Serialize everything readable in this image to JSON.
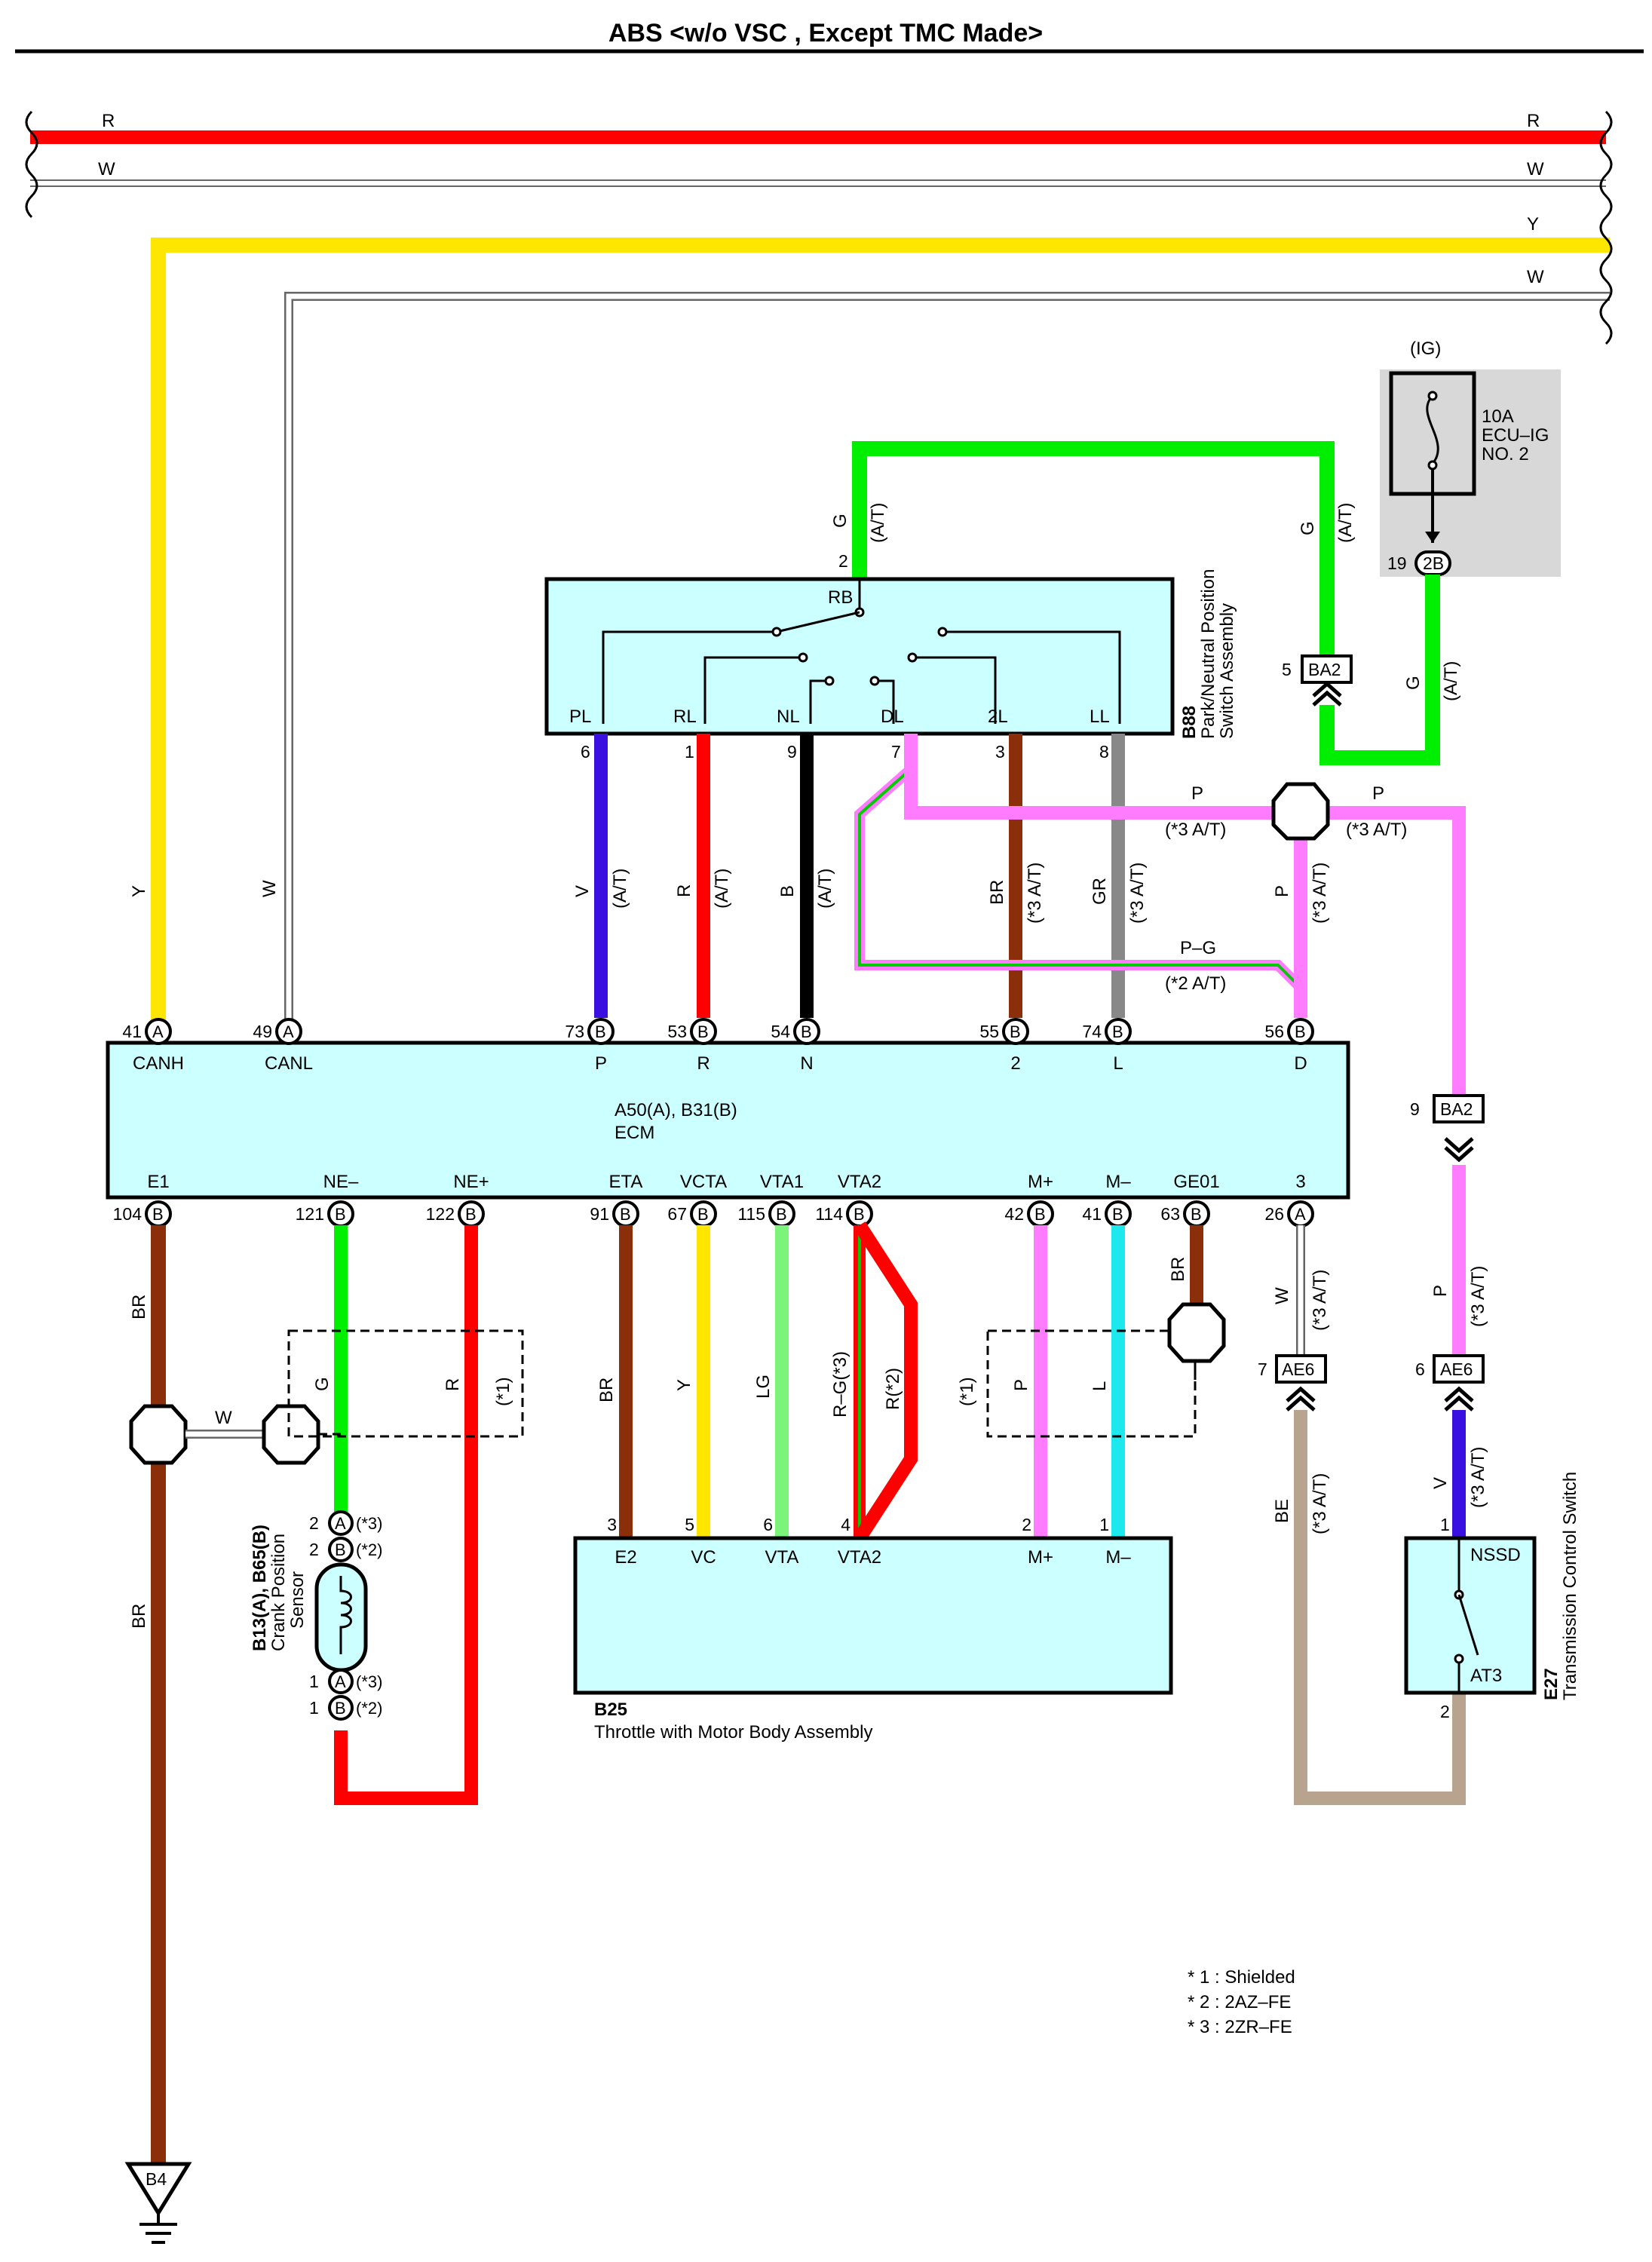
{
  "title": "ABS <w/o VSC , Except TMC Made>",
  "bus": {
    "r1": "R",
    "w1": "W",
    "y": "Y",
    "w2": "W"
  },
  "fuse": {
    "ig": "(IG)",
    "l1": "10A",
    "l2": "ECU–IG",
    "l3": "NO. 2",
    "pin": "19",
    "conn": "2B"
  },
  "ba2": {
    "label": "BA2",
    "pin_top": "5",
    "pin_bot": "9"
  },
  "ae6": {
    "label": "AE6",
    "pin_left": "7",
    "pin_right": "6"
  },
  "pnp": {
    "code": "B88",
    "name1": "Park/Neutral Position",
    "name2": "Switch Assembly",
    "rb": "RB",
    "pins": [
      "PL",
      "RL",
      "NL",
      "DL",
      "2L",
      "LL"
    ],
    "pin_nums": [
      "6",
      "1",
      "9",
      "7",
      "3",
      "8"
    ],
    "top_pin": "2"
  },
  "ecm": {
    "code": "A50(A), B31(B)",
    "name": "ECM",
    "top_labels": [
      "CANH",
      "CANL",
      "P",
      "R",
      "N",
      "2",
      "L",
      "D"
    ],
    "top_nums": [
      "41",
      "49",
      "73",
      "53",
      "54",
      "55",
      "74",
      "56"
    ],
    "top_conn": [
      "A",
      "A",
      "B",
      "B",
      "B",
      "B",
      "B",
      "B"
    ],
    "bot_labels": [
      "E1",
      "NE–",
      "NE+",
      "ETA",
      "VCTA",
      "VTA1",
      "VTA2",
      "M+",
      "M–",
      "GE01",
      "3"
    ],
    "bot_nums": [
      "104",
      "121",
      "122",
      "91",
      "67",
      "115",
      "114",
      "42",
      "41",
      "63",
      "26"
    ],
    "bot_conn": [
      "B",
      "B",
      "B",
      "B",
      "B",
      "B",
      "B",
      "B",
      "B",
      "B",
      "A"
    ]
  },
  "wires": {
    "g": "G",
    "at": "(A/T)",
    "v": "V",
    "r": "R",
    "b": "B",
    "br": "BR",
    "gr": "GR",
    "at3": "(*3 A/T)",
    "p": "P",
    "pg": "P–G",
    "at2": "(*2 A/T)",
    "y": "Y",
    "w": "W",
    "lg": "LG",
    "rg3": "R–G(*3)",
    "r2": "R(*2)",
    "l": "L",
    "be": "BE",
    "star1": "(*1)"
  },
  "throttle": {
    "code": "B25",
    "name": "Throttle with Motor Body Assembly",
    "pins": [
      "E2",
      "VC",
      "VTA",
      "VTA2",
      "M+",
      "M–"
    ],
    "nums": [
      "3",
      "5",
      "6",
      "4",
      "2",
      "1"
    ]
  },
  "crank": {
    "code": "B13(A), B65(B)",
    "name1": "Crank Position",
    "name2": "Sensor",
    "n2": "2",
    "n1": "1",
    "s3": "(*3)",
    "s2": "(*2)"
  },
  "tcs": {
    "code": "E27",
    "name": "Transmission Control Switch",
    "nssd": "NSSD",
    "at3": "AT3",
    "n1": "1",
    "n2": "2"
  },
  "ground": "B4",
  "legend": [
    "* 1 : Shielded",
    "* 2 : 2AZ–FE",
    "* 3 : 2ZR–FE"
  ],
  "colors": {
    "red": "#ff0000",
    "yellow": "#ffe600",
    "green": "#00ee00",
    "pink": "#ff7bff",
    "brown": "#8b2e0a",
    "blue": "#3a10e0",
    "gray": "#888888",
    "cyan": "#1de8ee",
    "lightgreen": "#7cf47c",
    "tan": "#b8a38f",
    "box": "#ccffff",
    "fusebg": "#d8d8d8"
  }
}
